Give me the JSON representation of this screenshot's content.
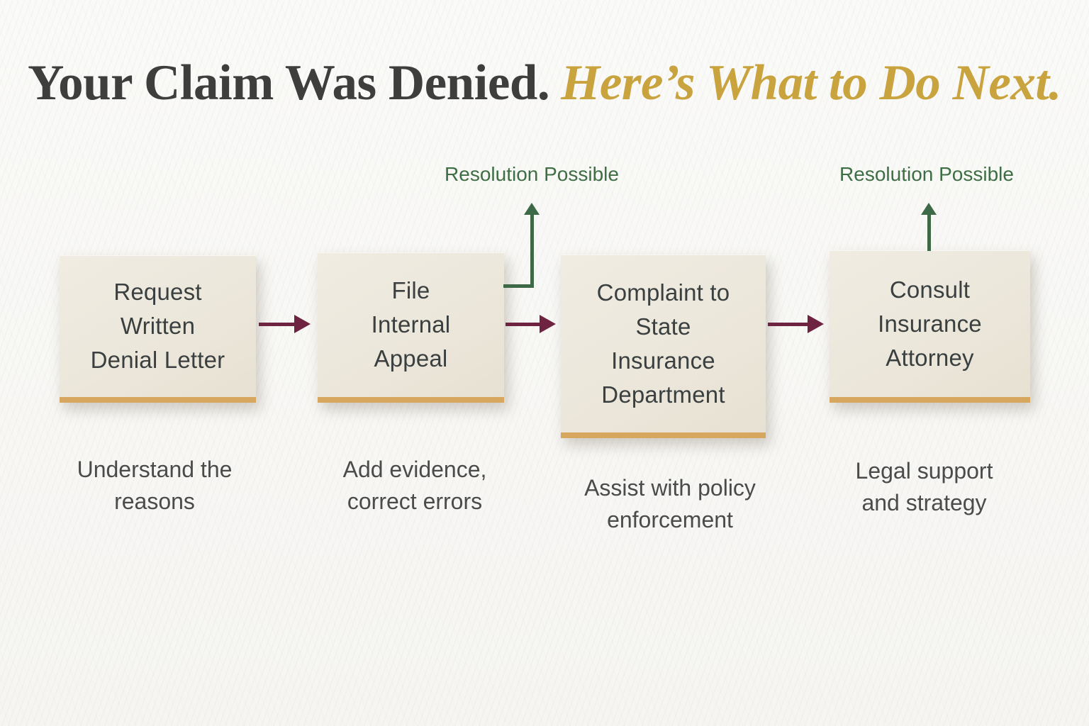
{
  "title": {
    "part1": "Your Claim Was Denied.",
    "part2": "Here’s What to Do Next."
  },
  "flow": {
    "steps": [
      {
        "label": "Request\nWritten\nDenial Letter",
        "caption": "Understand the\nreasons"
      },
      {
        "label": "File\nInternal\nAppeal",
        "caption": "Add evidence,\ncorrect errors",
        "resolution_label": "Resolution Possible"
      },
      {
        "label": "Complaint to\nState\nInsurance\nDepartment",
        "caption": "Assist with policy\nenforcement"
      },
      {
        "label": "Consult\nInsurance\nAttorney",
        "caption": "Legal support\nand strategy",
        "resolution_label": "Resolution Possible"
      }
    ]
  },
  "colors": {
    "title_main": "#3e3e3c",
    "title_accent": "#c8a33e",
    "box_fill": "#ece7db",
    "box_accent_gold": "#d7a75f",
    "arrow_maroon": "#6e2340",
    "arrow_green": "#3d6946",
    "resolution_text_green": "#3e6e44",
    "step_text": "#3a3f40",
    "caption_text": "#4a4c4c"
  }
}
